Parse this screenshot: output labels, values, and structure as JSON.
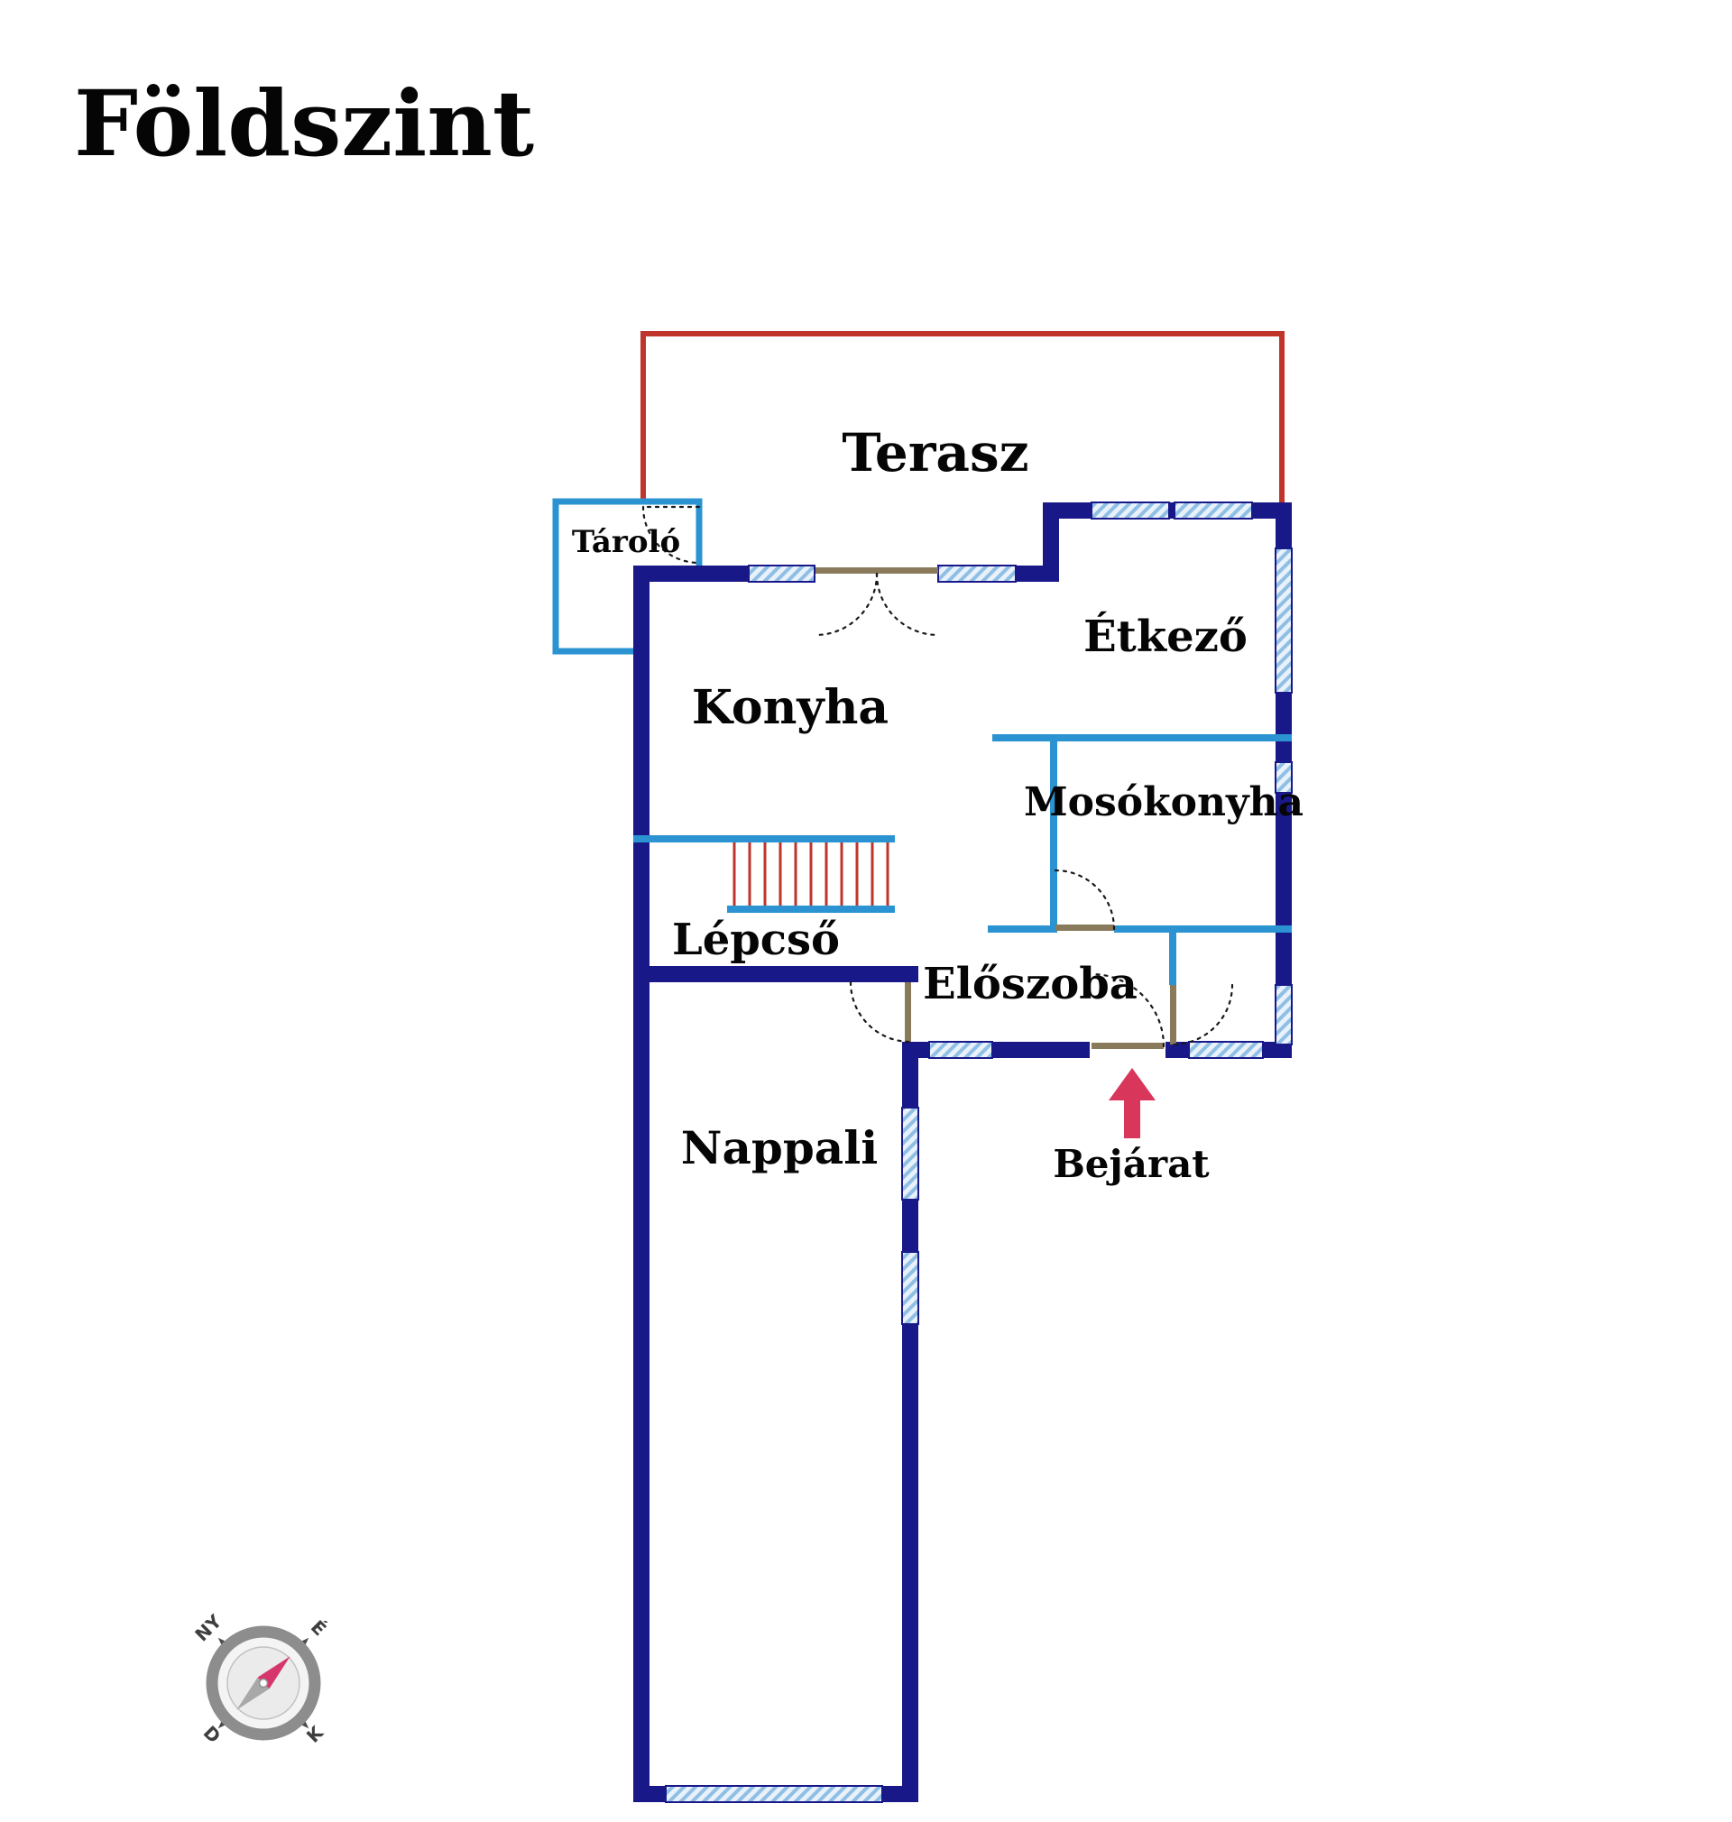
{
  "title": "Földszint",
  "rooms": {
    "terasz": "Terasz",
    "tarolo": "Tároló",
    "etkezo": "Étkező",
    "konyha": "Konyha",
    "mosokonyha": "Mosókonyha",
    "lepcso": "Lépcső",
    "eloszoba": "Előszoba",
    "nappali": "Nappali"
  },
  "entrance": {
    "label": "Bejárat"
  },
  "compass": {
    "north": "É",
    "east": "K",
    "south": "D",
    "west": "NY"
  },
  "colors": {
    "wall": "#181889",
    "interior": "#2b93d1",
    "terrace": "#bf352c",
    "stair": "#bf352c",
    "window-bg": "#e9f1fa",
    "window-line": "#8fbfe4",
    "door-leaf": "#8a7a5c",
    "arrow": "#d9365c",
    "arc": "#1a1a1a",
    "text": "#050505",
    "compass-ring": "#8d8d8d",
    "compass-needle": "#d6366b",
    "compass-tail": "#a8a8a8",
    "compass-text": "#3e3e3e"
  }
}
